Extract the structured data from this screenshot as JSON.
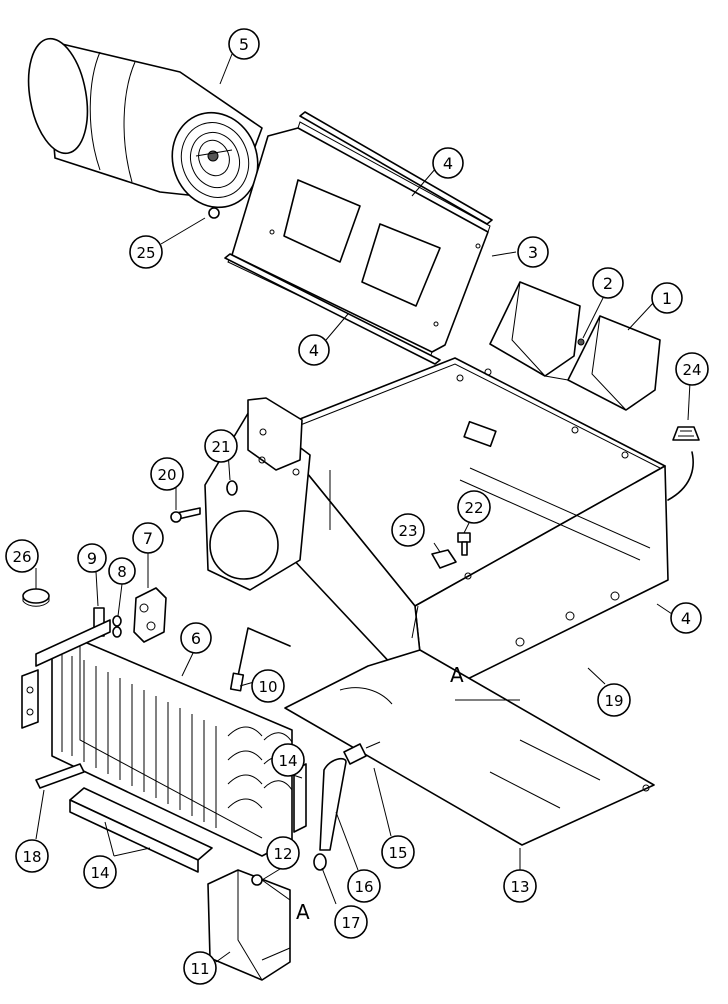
{
  "diagram": {
    "callouts": [
      {
        "id": "c1",
        "label": "1"
      },
      {
        "id": "c2",
        "label": "2"
      },
      {
        "id": "c3",
        "label": "3"
      },
      {
        "id": "c4a",
        "label": "4"
      },
      {
        "id": "c4b",
        "label": "4"
      },
      {
        "id": "c4c",
        "label": "4"
      },
      {
        "id": "c5",
        "label": "5"
      },
      {
        "id": "c6",
        "label": "6"
      },
      {
        "id": "c7",
        "label": "7"
      },
      {
        "id": "c8",
        "label": "8"
      },
      {
        "id": "c9",
        "label": "9"
      },
      {
        "id": "c10",
        "label": "10"
      },
      {
        "id": "c11",
        "label": "11"
      },
      {
        "id": "c12",
        "label": "12"
      },
      {
        "id": "c13",
        "label": "13"
      },
      {
        "id": "c14a",
        "label": "14"
      },
      {
        "id": "c14b",
        "label": "14"
      },
      {
        "id": "c15",
        "label": "15"
      },
      {
        "id": "c16",
        "label": "16"
      },
      {
        "id": "c17",
        "label": "17"
      },
      {
        "id": "c18",
        "label": "18"
      },
      {
        "id": "c19",
        "label": "19"
      },
      {
        "id": "c20",
        "label": "20"
      },
      {
        "id": "c21",
        "label": "21"
      },
      {
        "id": "c22",
        "label": "22"
      },
      {
        "id": "c23",
        "label": "23"
      },
      {
        "id": "c24",
        "label": "24"
      },
      {
        "id": "c25",
        "label": "25"
      },
      {
        "id": "c26",
        "label": "26"
      }
    ],
    "markers": [
      {
        "id": "a1",
        "label": "A"
      },
      {
        "id": "a2",
        "label": "A"
      }
    ]
  }
}
